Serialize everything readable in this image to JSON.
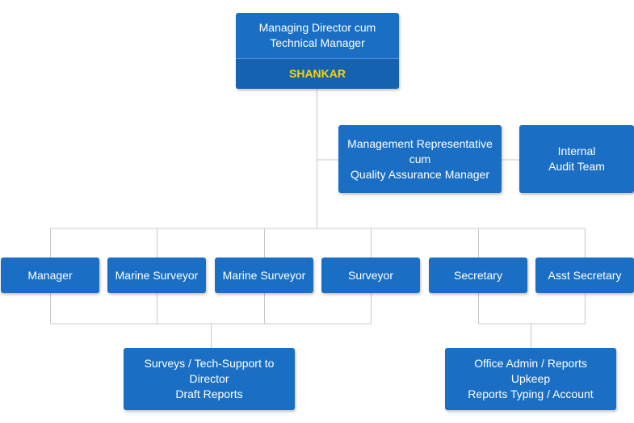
{
  "colors": {
    "node_fill": "#1a6fc4",
    "node_text": "#ffffff",
    "highlight_name": "#ffd200",
    "connector": "#c8c8c8"
  },
  "top": {
    "title_line1": "Managing Director cum",
    "title_line2": "Technical Manager",
    "name": "SHANKAR"
  },
  "mr": {
    "line1": "Management Representative",
    "line2": "cum",
    "line3": "Quality Assurance Manager"
  },
  "audit": {
    "line1": "Internal",
    "line2": "Audit Team"
  },
  "staff": [
    {
      "label": "Manager"
    },
    {
      "label": "Marine Surveyor"
    },
    {
      "label": "Marine Surveyor"
    },
    {
      "label": "Surveyor"
    },
    {
      "label": "Secretary"
    },
    {
      "label": "Asst Secretary"
    }
  ],
  "duties_survey": {
    "line1": "Surveys / Tech-Support to",
    "line2": "Director",
    "line3": "Draft Reports"
  },
  "duties_office": {
    "line1": "Office Admin / Reports",
    "line2": "Upkeep",
    "line3": "Reports Typing / Account"
  }
}
